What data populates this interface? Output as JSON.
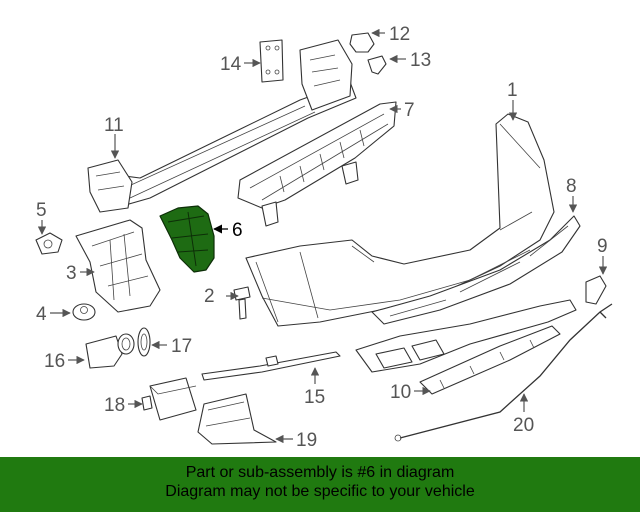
{
  "diagram": {
    "highlight_color": "#1e6b13",
    "callouts": {
      "c1": "1",
      "c2": "2",
      "c3": "3",
      "c4": "4",
      "c5": "5",
      "c6": "6",
      "c7": "7",
      "c8": "8",
      "c9": "9",
      "c10": "10",
      "c11": "11",
      "c12": "12",
      "c13": "13",
      "c14": "14",
      "c15": "15",
      "c16": "16",
      "c17": "17",
      "c18": "18",
      "c19": "19",
      "c20": "20"
    }
  },
  "banner": {
    "background_color": "#207a10",
    "line1": "Part or sub-assembly is #6 in diagram",
    "line2": "Diagram may not be specific to your vehicle"
  }
}
